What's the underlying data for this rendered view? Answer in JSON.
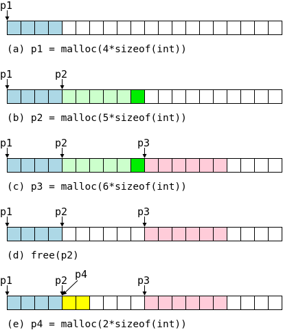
{
  "diagram": {
    "title": "",
    "cell_count": 20,
    "colors": {
      "empty": "#ffffff",
      "p1_block": "#add8e6",
      "p2_block": "#ccffcc",
      "p2_extra": "#00ee00",
      "p3_block": "#ffccd9",
      "p4_block": "#ffff00"
    },
    "panels": [
      {
        "caption": "(a) p1 = malloc(4*sizeof(int))",
        "cells": [
          "p1_block",
          "p1_block",
          "p1_block",
          "p1_block",
          "empty",
          "empty",
          "empty",
          "empty",
          "empty",
          "empty",
          "empty",
          "empty",
          "empty",
          "empty",
          "empty",
          "empty",
          "empty",
          "empty",
          "empty",
          "empty"
        ],
        "pointers": [
          {
            "label": "p1",
            "cell": 0
          }
        ]
      },
      {
        "caption": "(b) p2 = malloc(5*sizeof(int))",
        "cells": [
          "p1_block",
          "p1_block",
          "p1_block",
          "p1_block",
          "p2_block",
          "p2_block",
          "p2_block",
          "p2_block",
          "p2_block",
          "p2_extra",
          "empty",
          "empty",
          "empty",
          "empty",
          "empty",
          "empty",
          "empty",
          "empty",
          "empty",
          "empty"
        ],
        "pointers": [
          {
            "label": "p1",
            "cell": 0
          },
          {
            "label": "p2",
            "cell": 4
          }
        ]
      },
      {
        "caption": "(c) p3 = malloc(6*sizeof(int))",
        "cells": [
          "p1_block",
          "p1_block",
          "p1_block",
          "p1_block",
          "p2_block",
          "p2_block",
          "p2_block",
          "p2_block",
          "p2_block",
          "p2_extra",
          "p3_block",
          "p3_block",
          "p3_block",
          "p3_block",
          "p3_block",
          "p3_block",
          "empty",
          "empty",
          "empty",
          "empty"
        ],
        "pointers": [
          {
            "label": "p1",
            "cell": 0
          },
          {
            "label": "p2",
            "cell": 4
          },
          {
            "label": "p3",
            "cell": 10
          }
        ]
      },
      {
        "caption": "(d) free(p2)",
        "cells": [
          "p1_block",
          "p1_block",
          "p1_block",
          "p1_block",
          "empty",
          "empty",
          "empty",
          "empty",
          "empty",
          "empty",
          "p3_block",
          "p3_block",
          "p3_block",
          "p3_block",
          "p3_block",
          "p3_block",
          "empty",
          "empty",
          "empty",
          "empty"
        ],
        "pointers": [
          {
            "label": "p1",
            "cell": 0
          },
          {
            "label": "p2",
            "cell": 4
          },
          {
            "label": "p3",
            "cell": 10
          }
        ]
      },
      {
        "caption": "(e) p4 = malloc(2*sizeof(int))",
        "cells": [
          "p1_block",
          "p1_block",
          "p1_block",
          "p1_block",
          "p4_block",
          "p4_block",
          "empty",
          "empty",
          "empty",
          "empty",
          "p3_block",
          "p3_block",
          "p3_block",
          "p3_block",
          "p3_block",
          "p3_block",
          "empty",
          "empty",
          "empty",
          "empty"
        ],
        "pointers": [
          {
            "label": "p1",
            "cell": 0
          },
          {
            "label": "p2",
            "cell": 4
          },
          {
            "label": "p4",
            "cell": 4,
            "style": "diagonal"
          },
          {
            "label": "p3",
            "cell": 10
          }
        ]
      }
    ]
  }
}
